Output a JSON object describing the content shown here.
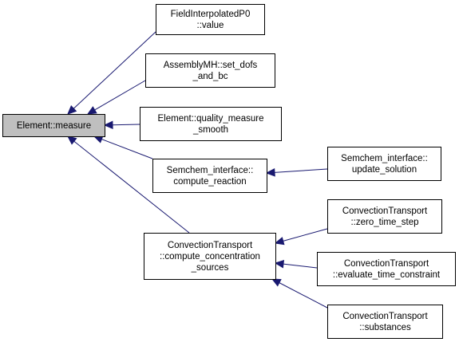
{
  "colors": {
    "edge": "#191970",
    "node_border": "#000000",
    "node_fill": "#ffffff",
    "root_fill": "#bfbfbf",
    "text": "#000000"
  },
  "nodes": [
    {
      "id": "element-measure",
      "lines": [
        "Element::measure"
      ],
      "root": true
    },
    {
      "id": "field-interpolated-p0-value",
      "lines": [
        "FieldInterpolatedP0",
        "::value"
      ]
    },
    {
      "id": "assembly-mh-set-dofs-and-bc",
      "lines": [
        "AssemblyMH::set_dofs",
        "_and_bc"
      ]
    },
    {
      "id": "element-quality-measure-smooth",
      "lines": [
        "Element::quality_measure",
        "_smooth"
      ]
    },
    {
      "id": "semchem-interface-compute-reaction",
      "lines": [
        "Semchem_interface::",
        "compute_reaction"
      ]
    },
    {
      "id": "semchem-interface-update-solution",
      "lines": [
        "Semchem_interface::",
        "update_solution"
      ]
    },
    {
      "id": "convection-transport-compute-concentration-sources",
      "lines": [
        "ConvectionTransport",
        "::compute_concentration",
        "_sources"
      ]
    },
    {
      "id": "convection-transport-zero-time-step",
      "lines": [
        "ConvectionTransport",
        "::zero_time_step"
      ]
    },
    {
      "id": "convection-transport-evaluate-time-constraint",
      "lines": [
        "ConvectionTransport",
        "::evaluate_time_constraint"
      ]
    },
    {
      "id": "convection-transport-substances",
      "lines": [
        "ConvectionTransport",
        "::substances"
      ]
    }
  ],
  "edges": [
    {
      "from": "field-interpolated-p0-value",
      "to": "element-measure"
    },
    {
      "from": "assembly-mh-set-dofs-and-bc",
      "to": "element-measure"
    },
    {
      "from": "element-quality-measure-smooth",
      "to": "element-measure"
    },
    {
      "from": "semchem-interface-compute-reaction",
      "to": "element-measure"
    },
    {
      "from": "convection-transport-compute-concentration-sources",
      "to": "element-measure"
    },
    {
      "from": "semchem-interface-update-solution",
      "to": "semchem-interface-compute-reaction"
    },
    {
      "from": "convection-transport-zero-time-step",
      "to": "convection-transport-compute-concentration-sources"
    },
    {
      "from": "convection-transport-evaluate-time-constraint",
      "to": "convection-transport-compute-concentration-sources"
    },
    {
      "from": "convection-transport-substances",
      "to": "convection-transport-compute-concentration-sources"
    }
  ]
}
